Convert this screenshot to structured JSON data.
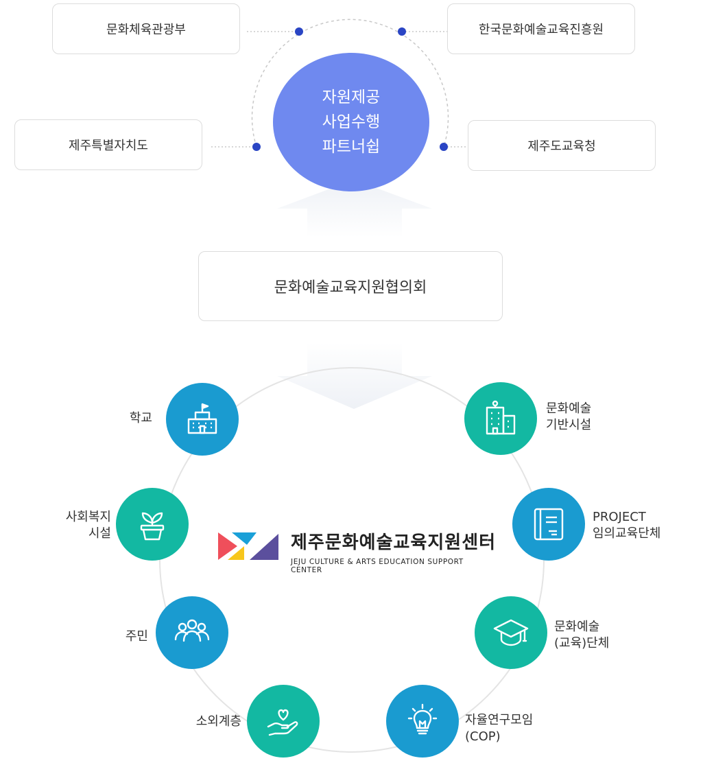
{
  "partners": {
    "top_left": "문화체육관광부",
    "top_right": "한국문화예술교육진흥원",
    "mid_left": "제주특별자치도",
    "mid_right": "제주도교육청"
  },
  "hub": {
    "line1": "자원제공",
    "line2": "사업수행",
    "line3": "파트너쉽"
  },
  "council": "문화예술교육지원협의회",
  "center": {
    "title": "제주문화예술교육지원센터",
    "subtitle": "JEJU CULTURE & ARTS EDUCATION SUPPORT CENTER"
  },
  "nodes": {
    "school": "학교",
    "welfare": [
      "사회복지",
      "시설"
    ],
    "residents": "주민",
    "marginalized": "소외계층",
    "culture_facility": [
      "문화예술",
      "기반시설"
    ],
    "project": [
      "PROJECT",
      "임의교육단체"
    ],
    "arts_group": [
      "문화예술",
      "(교육)단체"
    ],
    "cop": [
      "자율연구모임",
      "(COP)"
    ]
  },
  "colors": {
    "hub": "#6f89ef",
    "dot": "#2a45c4",
    "blue": "#1a9bd0",
    "teal": "#13b8a2",
    "logo_red": "#ef4f5b",
    "logo_yellow": "#f7c61c",
    "logo_blue": "#1aa0d8",
    "logo_purple": "#5b4f9d"
  }
}
